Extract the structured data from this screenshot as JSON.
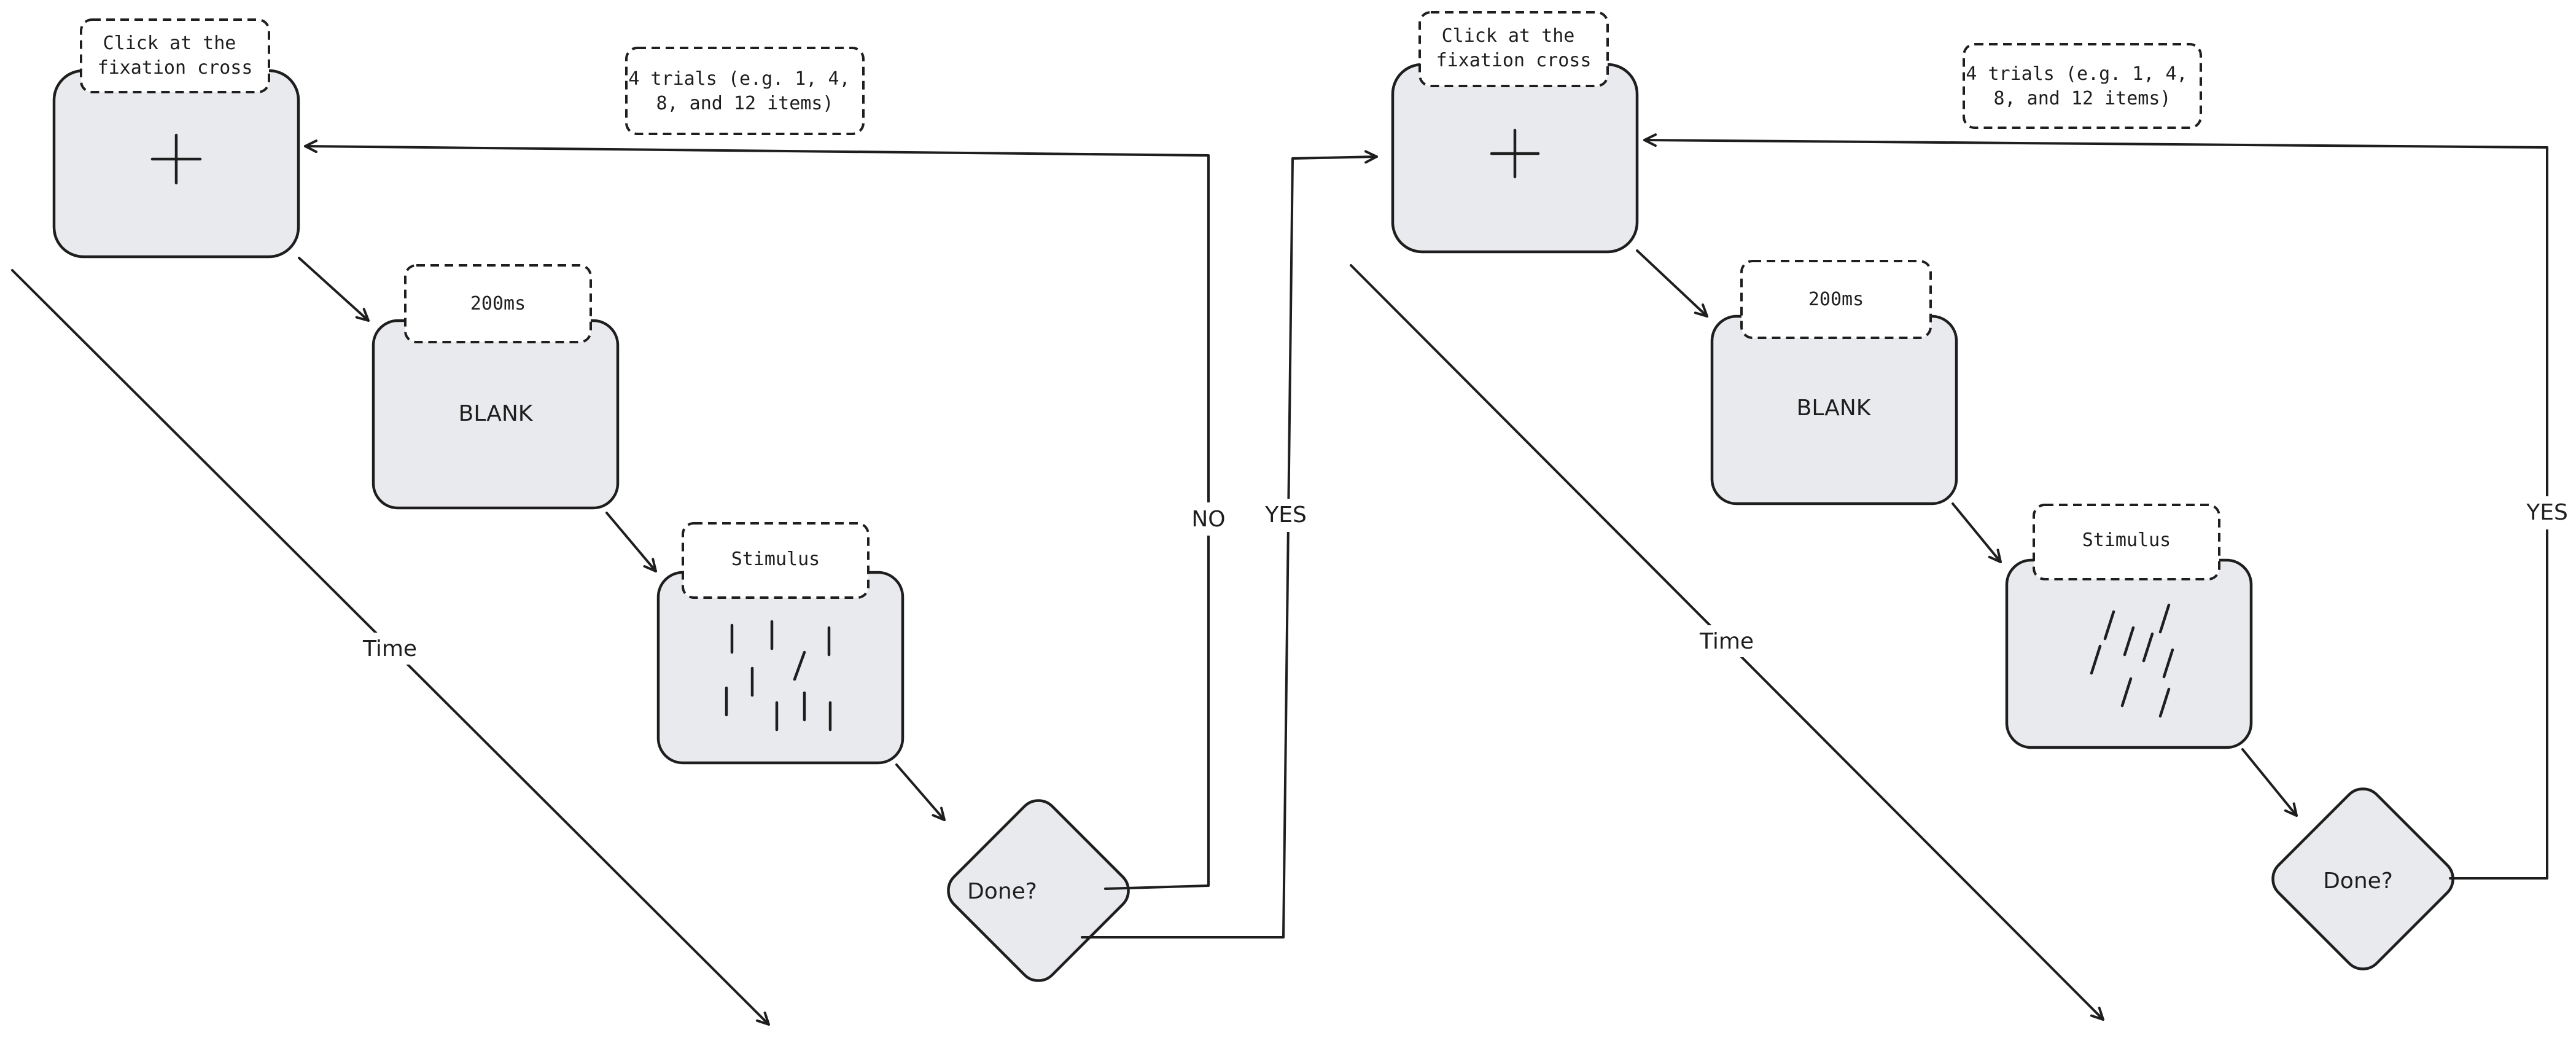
{
  "colors": {
    "stroke": "#1e1e1e",
    "box_fill": "#e8eaed",
    "tag_fill": "#ffffff"
  },
  "icons": {
    "fixation_cross": "fixation-cross-icon",
    "stimulus_lines": "oriented-lines-icon"
  },
  "panels": [
    {
      "fixation_tag": [
        "Click at the",
        "fixation cross"
      ],
      "blank_tag": "200ms",
      "blank_label": "BLANK",
      "stimulus_tag": "Stimulus",
      "decision_label": "Done?",
      "trials_note": [
        "4 trials (e.g. 1, 4,",
        "8, and 12 items)"
      ],
      "loop_label": "NO",
      "exit_label": "YES",
      "time_label": "Time"
    },
    {
      "fixation_tag": [
        "Click at the",
        "fixation cross"
      ],
      "blank_tag": "200ms",
      "blank_label": "BLANK",
      "stimulus_tag": "Stimulus",
      "decision_label": "Done?",
      "trials_note": [
        "4 trials (e.g. 1, 4,",
        "8, and 12 items)"
      ],
      "loop_label": "YES",
      "time_label": "Time"
    }
  ]
}
